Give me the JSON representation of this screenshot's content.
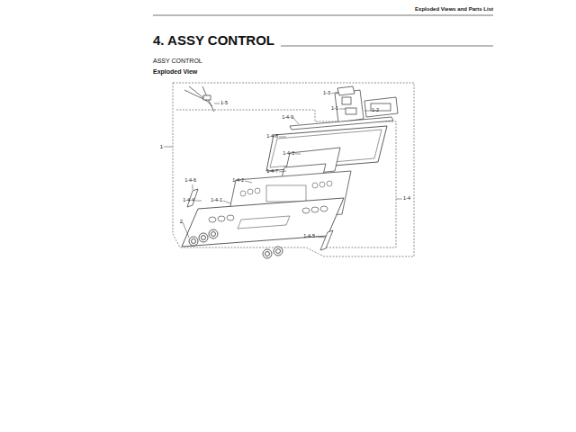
{
  "diagram": {
    "title": "4. ASSY CONTROL",
    "labels": [
      "Exploded Views and Parts List",
      "ASSY CONTROL",
      "Exploded View",
      "1-5",
      "1-3",
      "1-1",
      "1-2",
      "1-4-9",
      "1-4-8",
      "1-4-3",
      "1-4-7",
      "1-4-2",
      "1-4-6",
      "1-4-4",
      "1-4-1",
      "1-4-5",
      "1-4",
      "1",
      "2"
    ]
  }
}
